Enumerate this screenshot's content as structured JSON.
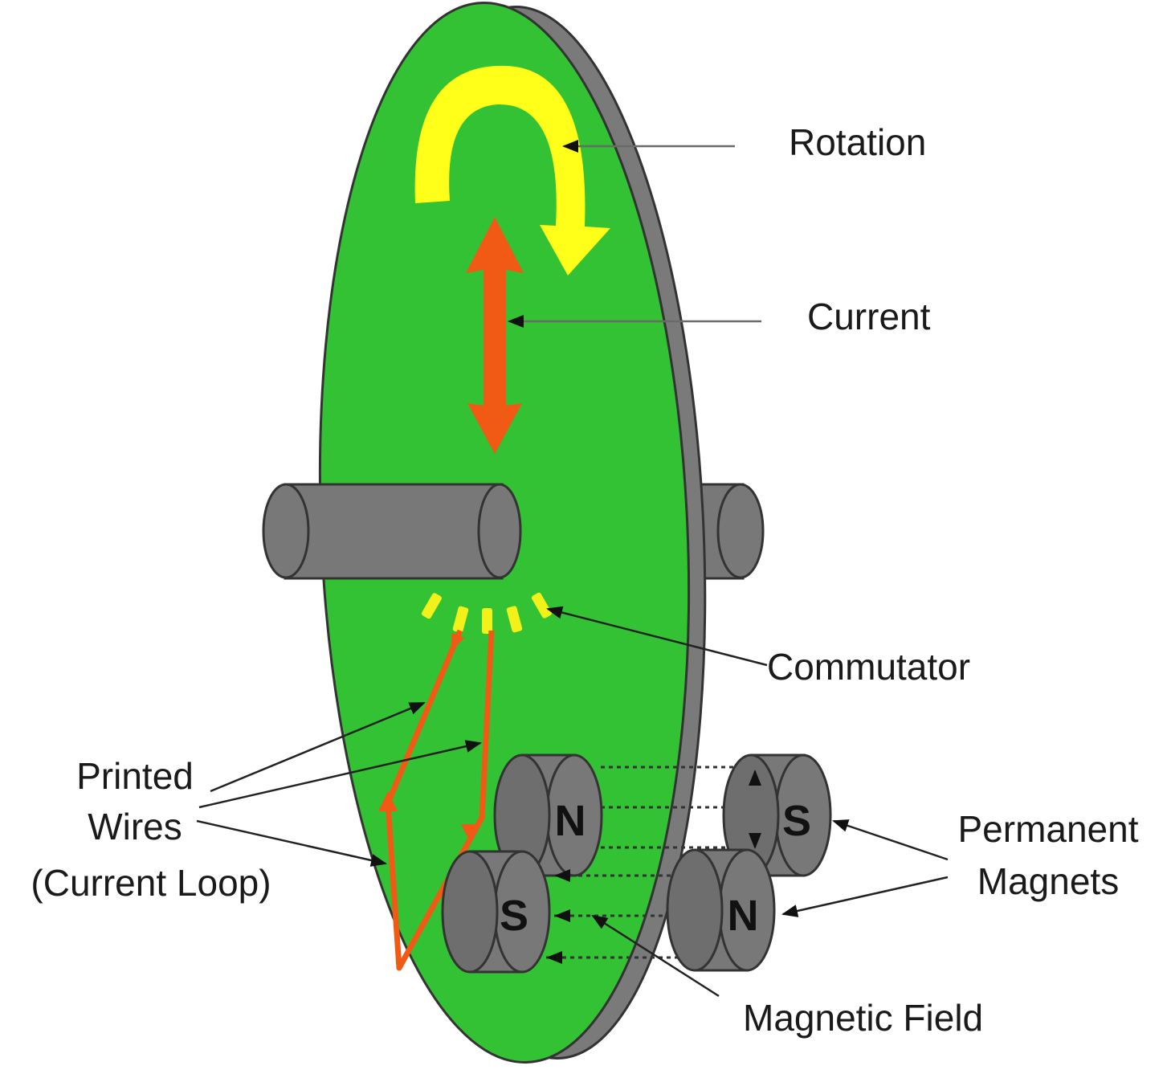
{
  "labels": {
    "rotation": "Rotation",
    "current": "Current",
    "commutator": "Commutator",
    "printed_wires_line1": "Printed",
    "printed_wires_line2": "Wires",
    "printed_wires_line3": "(Current Loop)",
    "permanent_magnets_line1": "Permanent",
    "permanent_magnets_line2": "Magnets",
    "magnetic_field": "Magnetic Field"
  },
  "poles": {
    "front_upper": "N",
    "front_lower": "S",
    "back_upper": "S",
    "back_lower": "N"
  },
  "colors": {
    "disc_face": "#33c233",
    "disc_rim": "#7a7a7a",
    "metal": "#787878",
    "rotation_arrow": "#ffff1a",
    "current": "#f05a14",
    "commutator": "#f2f21a",
    "outline": "#333333"
  }
}
